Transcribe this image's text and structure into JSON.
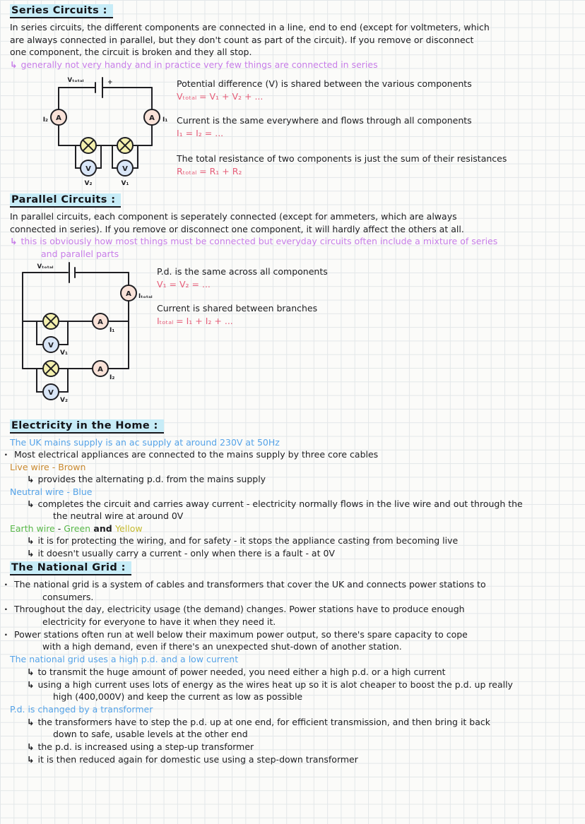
{
  "glyphs": {
    "arrow": "↳",
    "bullet": "·"
  },
  "colors": {
    "highlight": "#c7ecf7",
    "formula_red": "#e55c78",
    "note_purple": "#c77de8",
    "info_blue": "#55a3e8",
    "live_brown": "#c9892f",
    "earth_green": "#58b848",
    "earth_yellow": "#c4b92c",
    "ammeter_fill": "#f9e2d8",
    "lamp_fill": "#f4f0ae",
    "voltmeter_fill": "#d9e6f7"
  },
  "series": {
    "heading": "Series Circuits :",
    "body": [
      "In series circuits, the different components are connected in a line, end to end (except for voltmeters, which",
      "are always connected in parallel, but they don't count as part of the circuit). If you remove or disconnect",
      "one component, the circuit is broken and they all stop."
    ],
    "note": "generally not very handy and in practice very few things are connected in series",
    "facts": [
      {
        "text": "Potential difference (V) is shared between the various components",
        "formula": "Vₜₒₜₐₗ = V₁ + V₂ + ..."
      },
      {
        "text": "Current is the same everywhere and flows through all components",
        "formula": "I₁ = I₂ = ..."
      },
      {
        "text": "The total resistance of two components is just the sum of their resistances",
        "formula": "Rₜₒₜₐₗ = R₁ + R₂"
      }
    ],
    "diagram": {
      "battery_label": "Vₜₒₜₐₗ",
      "battery_plus": "+",
      "ammeter": "A",
      "voltmeter": "V",
      "left_current": "I₂",
      "right_current": "I₁",
      "left_voltmeter": "V₂",
      "right_voltmeter": "V₁"
    }
  },
  "parallel": {
    "heading": "Parallel Circuits :",
    "body": [
      "In parallel circuits, each component is seperately connected (except for ammeters, which are always",
      "connected in series). If you remove or disconnect one component, it will hardly affect the others at all."
    ],
    "note_line1": "this is obviously how most things must be connected but everyday circuits often include a mixture of series",
    "note_line2": "and parallel parts",
    "facts": [
      {
        "text": "P.d. is the same across all components",
        "formula": "V₁ = V₂ = ..."
      },
      {
        "text": "Current is shared between branches",
        "formula": "Iₜₒₜₐₗ = I₁ + I₂ + ..."
      }
    ],
    "diagram": {
      "battery_label": "Vₜₒₜₐₗ",
      "total_current": "Iₜₒₜₐₗ",
      "ammeter": "A",
      "voltmeter": "V",
      "branch1_current": "I₁",
      "branch2_current": "I₂",
      "branch1_voltmeter": "V₁",
      "branch2_voltmeter": "V₂"
    }
  },
  "home": {
    "heading": "Electricity in the Home :",
    "intro": "The UK mains supply is an ac supply at around 230V at 50Hz",
    "bullet": "Most electrical appliances are connected to the mains supply by three core cables",
    "live_label": "Live wire - Brown",
    "live_arrow": "provides the alternating p.d. from the mains supply",
    "neutral_label": "Neutral wire - Blue",
    "neutral_arrow_line1": "completes the circuit and carries away current - electricity normally flows in the live wire and out through the",
    "neutral_arrow_line2": "the neutral wire at around 0V",
    "earth_label": "Earth wire",
    "earth_dash": " - ",
    "earth_green": "Green",
    "earth_and": " and ",
    "earth_yellow": "Yellow",
    "earth_arrow1": "it is for protecting the wiring, and for safety - it stops the appliance casting from becoming live",
    "earth_arrow2": "it doesn't usually carry a current - only when there is a fault - at 0V"
  },
  "grid": {
    "heading": "The National Grid :",
    "bullet1_line1": "The national grid is a system of cables and transformers that cover the UK and connects power stations to",
    "bullet1_line2": "consumers.",
    "bullet2_line1": "Throughout the day, electricity usage (the demand) changes. Power stations have to produce enough",
    "bullet2_line2": "electricity for everyone to have it when they need it.",
    "bullet3_line1": "Power stations often run at well below their maximum power output, so there's spare capacity to cope",
    "bullet3_line2": "with a high demand, even if there's an unexpected shut-down of another station.",
    "blue1": "The national grid uses a high p.d. and a low current",
    "arrow1": "to transmit the huge amount of power needed, you need either a high p.d. or a high current",
    "arrow2_line1": "using a high current uses lots of energy as the wires heat up so it is alot cheaper to boost the p.d. up really",
    "arrow2_line2": "high (400,000V) and keep the current as low as possible",
    "blue2": "P.d. is changed by a transformer",
    "arrow3_line1": "the transformers have to step the p.d. up at one end, for efficient transmission, and then bring it back",
    "arrow3_line2": "down to safe, usable levels at the other end",
    "arrow4": "the p.d. is increased using a step-up transformer",
    "arrow5": "it is then reduced again for domestic use using a step-down transformer"
  }
}
